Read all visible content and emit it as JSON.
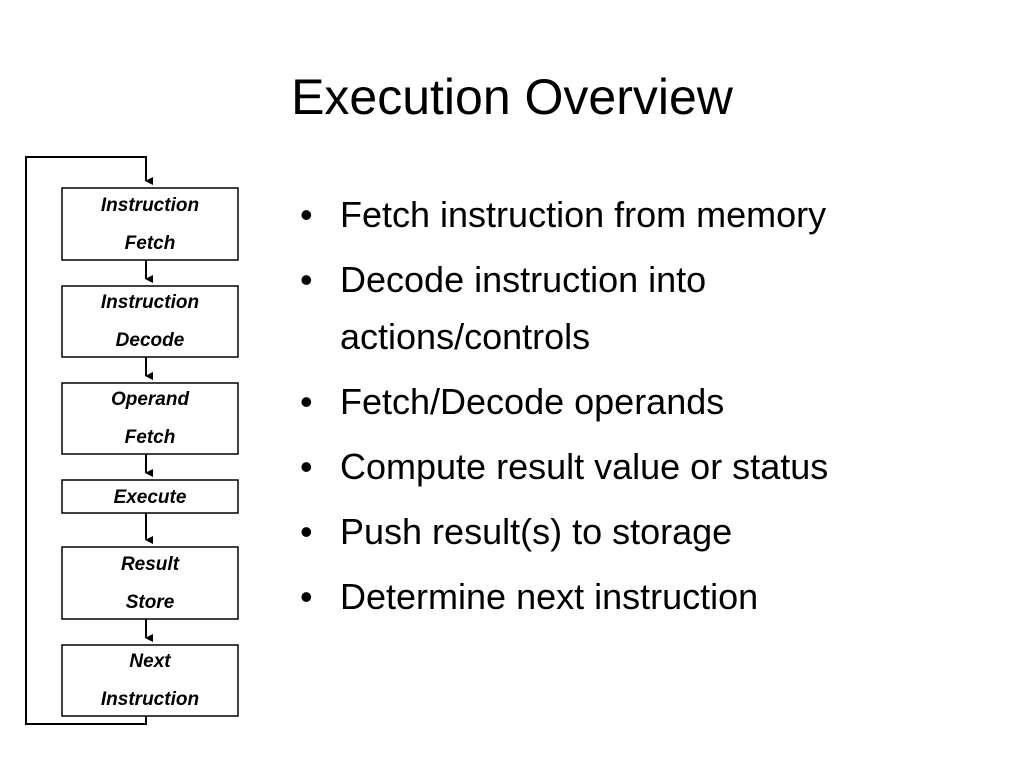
{
  "title": "Execution Overview",
  "stages": [
    {
      "line1": "Instruction",
      "line2": "Fetch"
    },
    {
      "line1": "Instruction",
      "line2": "Decode"
    },
    {
      "line1": "Operand",
      "line2": "Fetch"
    },
    {
      "line1": "Execute",
      "line2": ""
    },
    {
      "line1": "Result",
      "line2": "Store"
    },
    {
      "line1": "Next",
      "line2": "Instruction"
    }
  ],
  "bullets": [
    {
      "line1": "Fetch instruction from memory",
      "line2": ""
    },
    {
      "line1": "Decode instruction into",
      "line2": "actions/controls"
    },
    {
      "line1": "Fetch/Decode operands",
      "line2": ""
    },
    {
      "line1": "Compute result value or status",
      "line2": ""
    },
    {
      "line1": "Push result(s) to storage",
      "line2": ""
    },
    {
      "line1": "Determine next instruction",
      "line2": ""
    }
  ],
  "colors": {
    "text": "#000000",
    "background": "#ffffff",
    "stroke": "#000000"
  }
}
